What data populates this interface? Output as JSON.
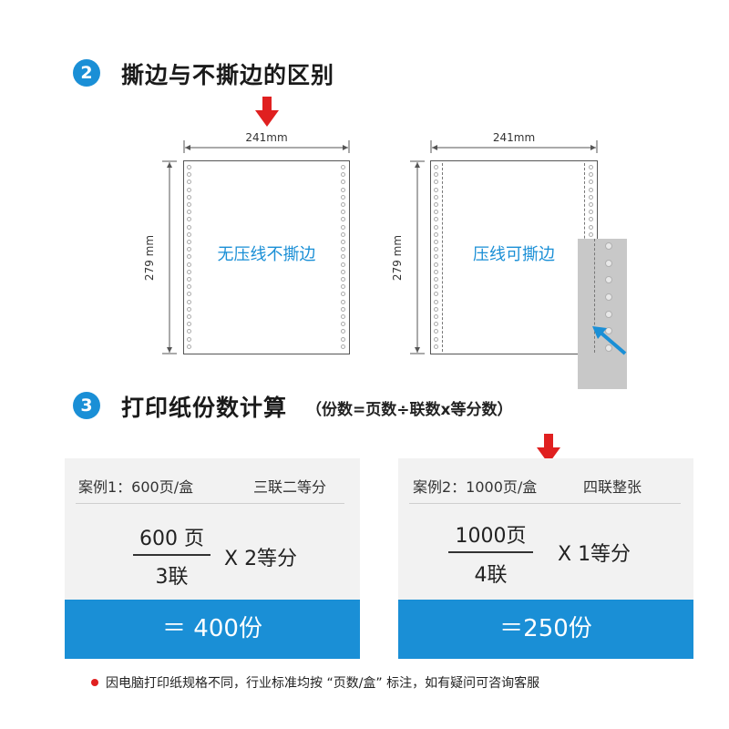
{
  "section2": {
    "badge": "2",
    "title": "撕边与不撕边的区别"
  },
  "diagram": {
    "left": {
      "width_label": "241mm",
      "height_label": "279 mm",
      "label": "无压线不撕边"
    },
    "right": {
      "width_label": "241mm",
      "height_label": "279 mm",
      "label": "压线可撕边"
    }
  },
  "section3": {
    "badge": "3",
    "title": "打印纸份数计算",
    "subtitle": "（份数=页数÷联数x等分数）"
  },
  "cases": [
    {
      "header_left": "案例1：600页/盒",
      "header_right": "三联二等分",
      "numerator": "600 页",
      "denominator": "3联",
      "multiplier": "X 2等分",
      "result": "＝ 400份"
    },
    {
      "header_left": "案例2：1000页/盒",
      "header_right": "四联整张",
      "numerator": "1000页",
      "denominator": "4联",
      "multiplier": "X 1等分",
      "result": "＝250份"
    }
  ],
  "note": "因电脑打印纸规格不同，行业标准均按 “页数/盒” 标注，如有疑问可咨询客服",
  "colors": {
    "accent": "#1a8fd6",
    "arrow_red": "#e02020",
    "card_bg": "#f2f2f2"
  }
}
